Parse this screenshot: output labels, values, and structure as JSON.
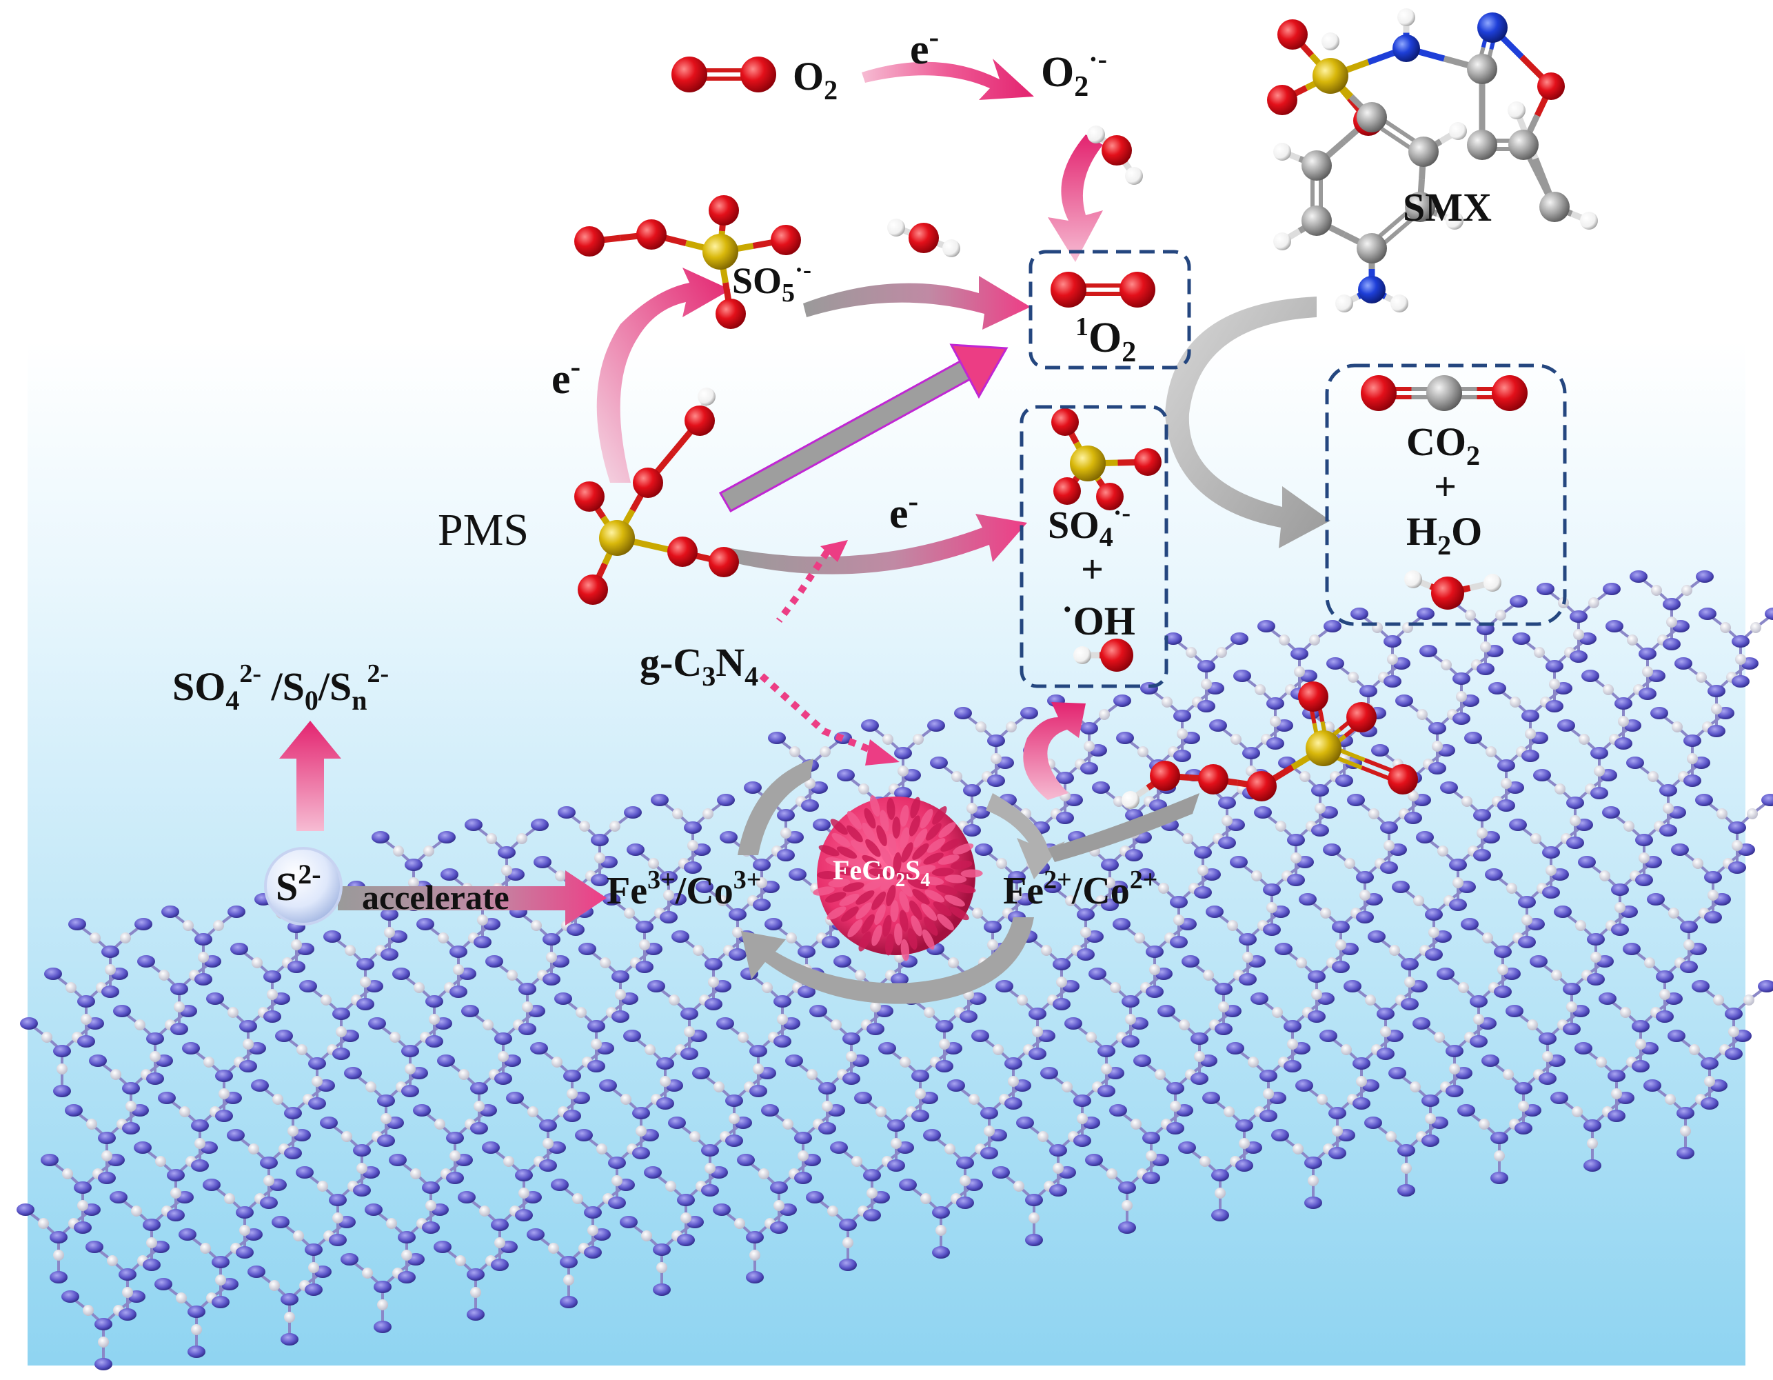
{
  "colors": {
    "oxygen": "#e3101a",
    "sulfur": "#d9b80b",
    "nitrogen": "#1e3fd8",
    "carbon": "#a9a9a9",
    "hydrogen": "#ffffff",
    "lattice_n": "#5b55c9",
    "lattice_c": "#dcdce6",
    "pink_arrow": "#ec3d84",
    "gray_arrow": "#a4a4a4",
    "box_border": "#24467f",
    "catalyst": "#e8306c",
    "bg_top": "#ffffff",
    "bg_bottom": "#8fd4f1"
  },
  "labels": {
    "o2": {
      "main": "O",
      "sub": "2"
    },
    "e_top": {
      "main": "e",
      "sup": "-"
    },
    "superoxide": {
      "main": "O",
      "sub": "2",
      "sup": "·-"
    },
    "so5": {
      "main": "SO",
      "sub": "5",
      "sup": "·-"
    },
    "e_left": {
      "main": "e",
      "sup": "-"
    },
    "singlet": {
      "pre": "1",
      "main": "O",
      "sub": "2"
    },
    "pms": "PMS",
    "e_mid": {
      "main": "e",
      "sup": "-"
    },
    "so4": {
      "main": "SO",
      "sub": "4",
      "sup": "·-"
    },
    "plus_mid": "+",
    "oh": {
      "pre": "·",
      "main": "OH"
    },
    "smx": "SMX",
    "co2": {
      "main": "CO",
      "sub": "2"
    },
    "plus_right": "+",
    "h2o": {
      "a": "H",
      "sub": "2",
      "b": "O"
    },
    "gcn": {
      "a": "g-C",
      "sub1": "3",
      "b": "N",
      "sub2": "4"
    },
    "sulfur_products": {
      "a": "SO",
      "sub1": "4",
      "sup1": "2-",
      "b": " /S",
      "sub2": "0",
      "c": "/S",
      "sub3": "n",
      "sup3": "2-"
    },
    "s2": {
      "main": "S",
      "sup": "2-"
    },
    "accelerate": "accelerate",
    "fe3co3": {
      "a": "Fe",
      "sup1": "3+",
      "b": "/Co",
      "sup2": "3+"
    },
    "catalyst": {
      "a": "FeCo",
      "sub1": "2",
      "b": "S",
      "sub2": "4"
    },
    "fe2co2": {
      "a": "Fe",
      "sup1": "2+",
      "b": "/Co",
      "sup2": "2+"
    }
  }
}
